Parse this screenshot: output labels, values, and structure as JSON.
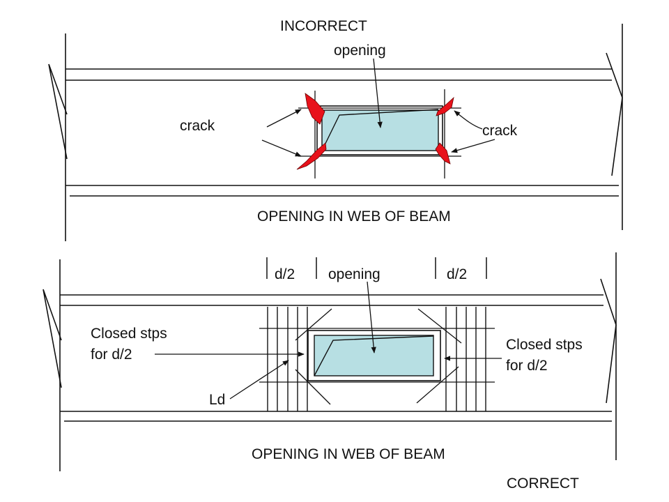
{
  "incorrect": {
    "heading": "INCORRECT",
    "opening_label": "opening",
    "crack_left": "crack",
    "crack_right": "crack",
    "caption": "OPENING IN WEB OF BEAM"
  },
  "correct": {
    "dim_left": "d/2",
    "opening_label": "opening",
    "dim_right": "d/2",
    "stirrups_left_line1": "Closed stps",
    "stirrups_left_line2": "for  d/2",
    "stirrups_right_line1": "Closed stps",
    "stirrups_right_line2": "for  d/2",
    "ld_label": "Ld",
    "caption": "OPENING IN WEB OF BEAM",
    "heading": "CORRECT"
  },
  "colors": {
    "opening_fill": "#b7dfe3",
    "crack_fill": "#e8121b",
    "line": "#111111"
  }
}
